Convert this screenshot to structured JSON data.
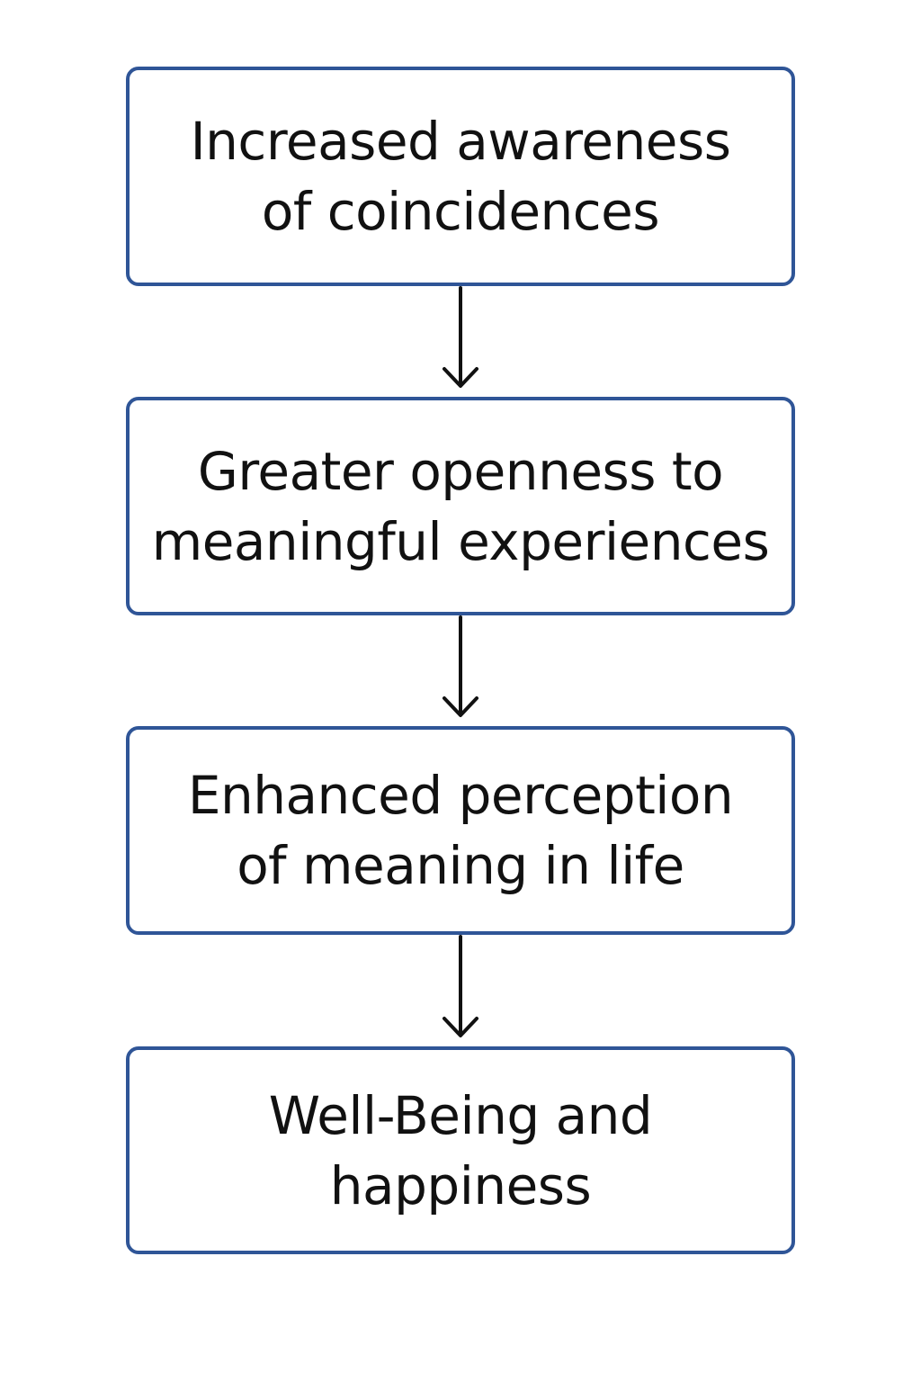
{
  "colors": {
    "box_border": "#2f5597",
    "arrow": "#111111",
    "text": "#111111",
    "background": "#ffffff"
  },
  "flow": {
    "steps": [
      {
        "label": "Increased awareness\nof coincidences"
      },
      {
        "label": "Greater openness to\nmeaningful experiences"
      },
      {
        "label": "Enhanced perception\nof meaning in life"
      },
      {
        "label": "Well-Being and\nhappiness"
      }
    ]
  }
}
